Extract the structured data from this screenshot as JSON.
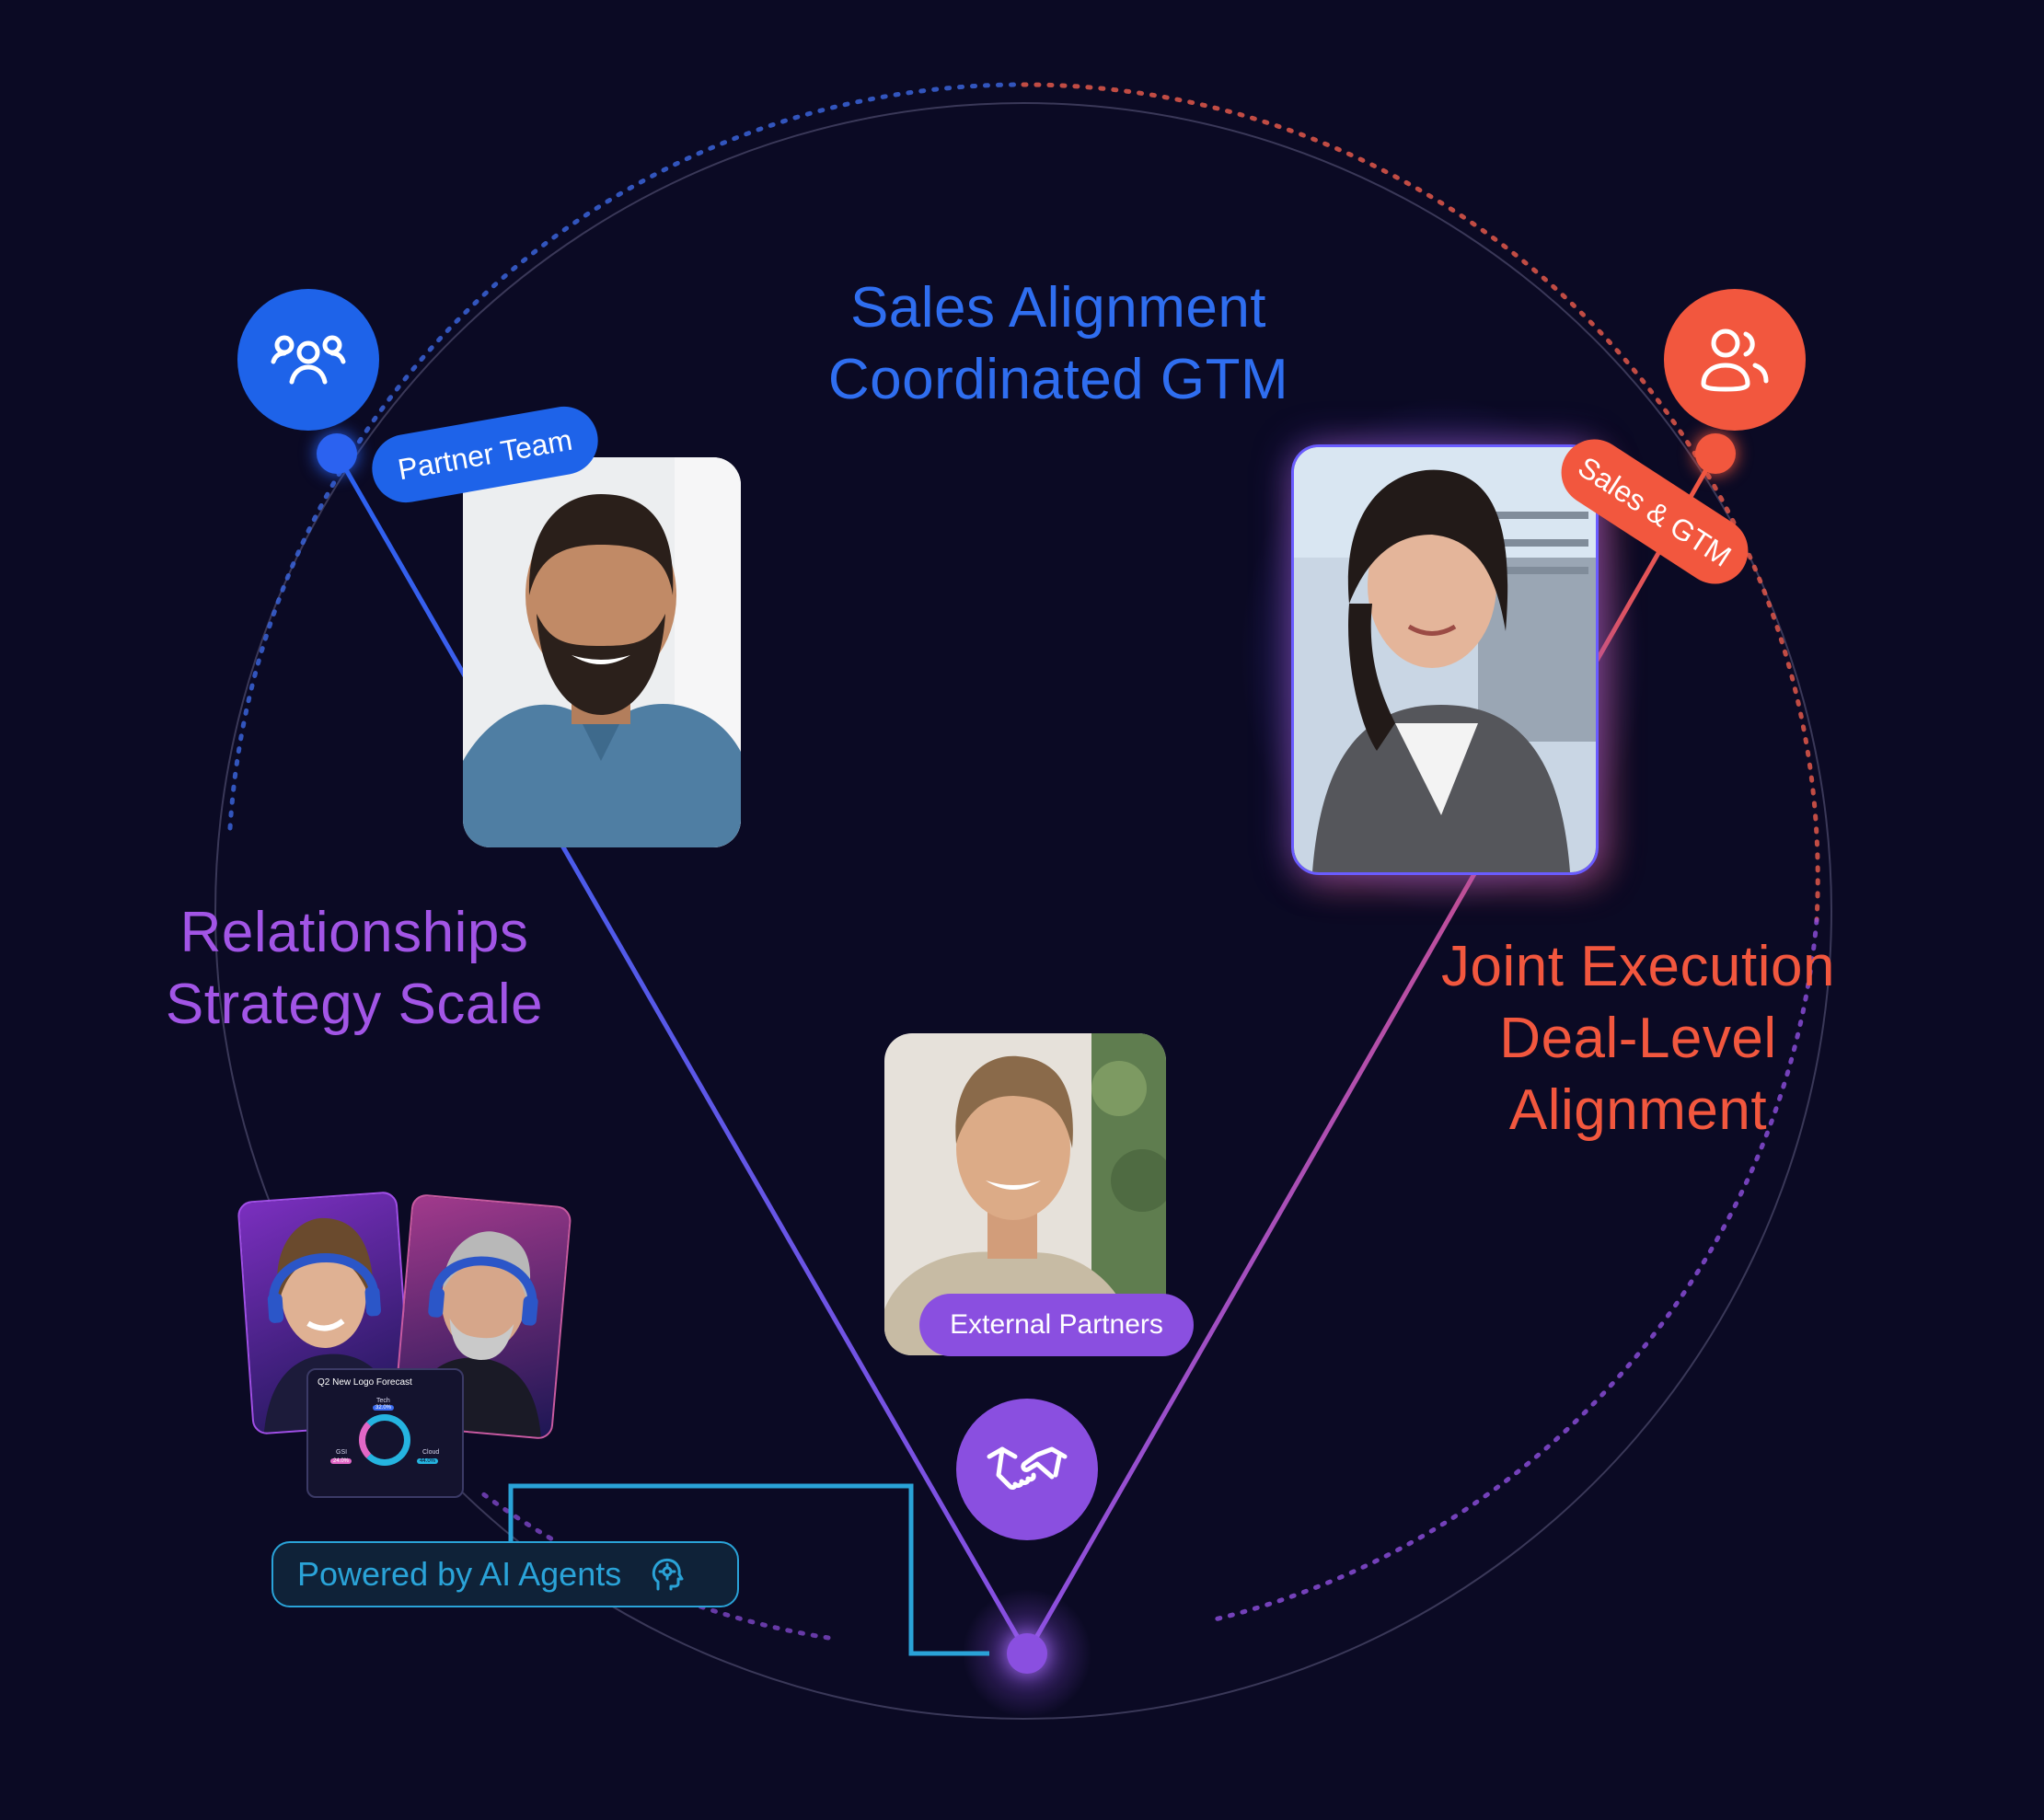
{
  "colors": {
    "background": "#0b0a24",
    "partner_blue": "#1e63e9",
    "sales_coral": "#f2573e",
    "partners_purple": "#8a4fe0",
    "ai_cyan": "#2aa3d8",
    "relationships_violet": "#a255e6"
  },
  "headings": {
    "sales": {
      "line1": "Sales Alignment",
      "line2": "Coordinated GTM"
    },
    "relationships": {
      "line1": "Relationships",
      "line2": "Strategy Scale"
    },
    "joint": {
      "line1": "Joint Execution",
      "line2": "Deal-Level",
      "line3": "Alignment"
    }
  },
  "nodes": {
    "partner_team": {
      "label": "Partner Team",
      "icon": "users-group-icon"
    },
    "sales_gtm": {
      "label": "Sales & GTM",
      "icon": "users-pair-icon"
    },
    "external_partners": {
      "label": "External Partners",
      "icon": "handshake-icon"
    }
  },
  "ai_badge": {
    "label": "Powered by AI Agents",
    "icon": "ai-head-icon"
  },
  "forecast_card": {
    "title": "Q2 New Logo Forecast",
    "segments": [
      {
        "name": "Tech",
        "value": "32.0%"
      },
      {
        "name": "GSI",
        "value": "24.0%"
      },
      {
        "name": "Cloud",
        "value": "44.0%"
      }
    ]
  }
}
